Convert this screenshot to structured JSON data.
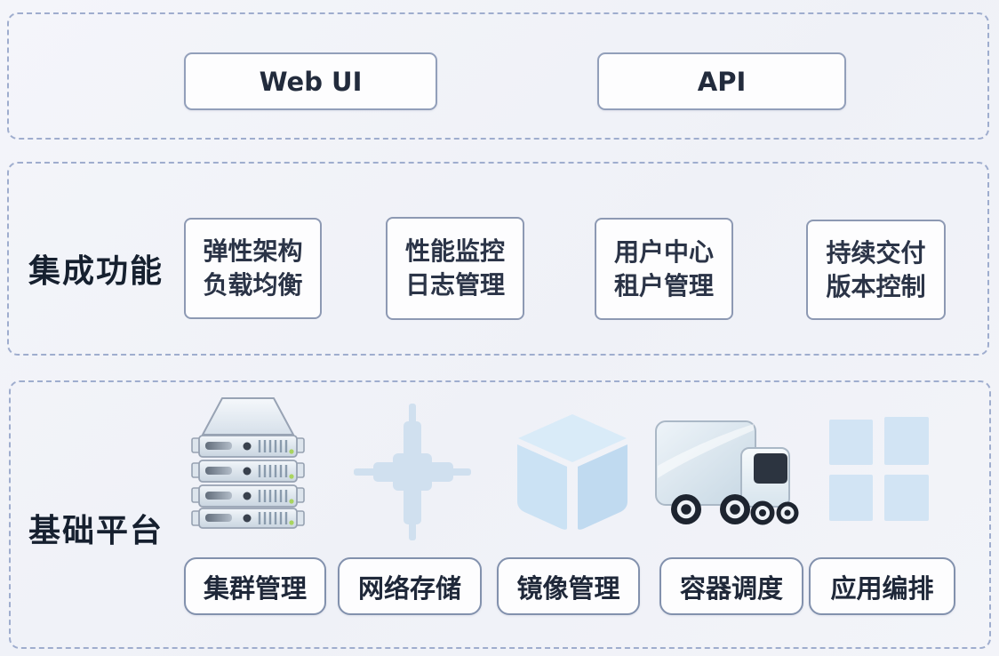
{
  "access_layer": {
    "buttons": [
      {
        "label": "Web UI"
      },
      {
        "label": "API"
      }
    ]
  },
  "integration_layer": {
    "label": "集成功能",
    "boxes": [
      {
        "line1": "弹性架构",
        "line2": "负载均衡"
      },
      {
        "line1": "性能监控",
        "line2": "日志管理"
      },
      {
        "line1": "用户中心",
        "line2": "租户管理"
      },
      {
        "line1": "持续交付",
        "line2": "版本控制"
      }
    ]
  },
  "platform_layer": {
    "label": "基础平台",
    "icons": [
      "server-rack-icon",
      "network-cross-icon",
      "cube-icon",
      "truck-icon",
      "grid-icon"
    ],
    "buttons": [
      {
        "label": "集群管理"
      },
      {
        "label": "网络存储"
      },
      {
        "label": "镜像管理"
      },
      {
        "label": "容器调度"
      },
      {
        "label": "应用编排"
      }
    ]
  },
  "appearance": {
    "background": "#f2f3f9",
    "dashed_border": "#9fadce",
    "box_border": "#8b98b3",
    "box_background": "#fdfdfe",
    "text_color": "#222b3c",
    "icon_blue": "#cfe3f4",
    "truck_window": "#2c3440",
    "wheel_color": "#1d242f",
    "led_green": "#a9d45f"
  }
}
